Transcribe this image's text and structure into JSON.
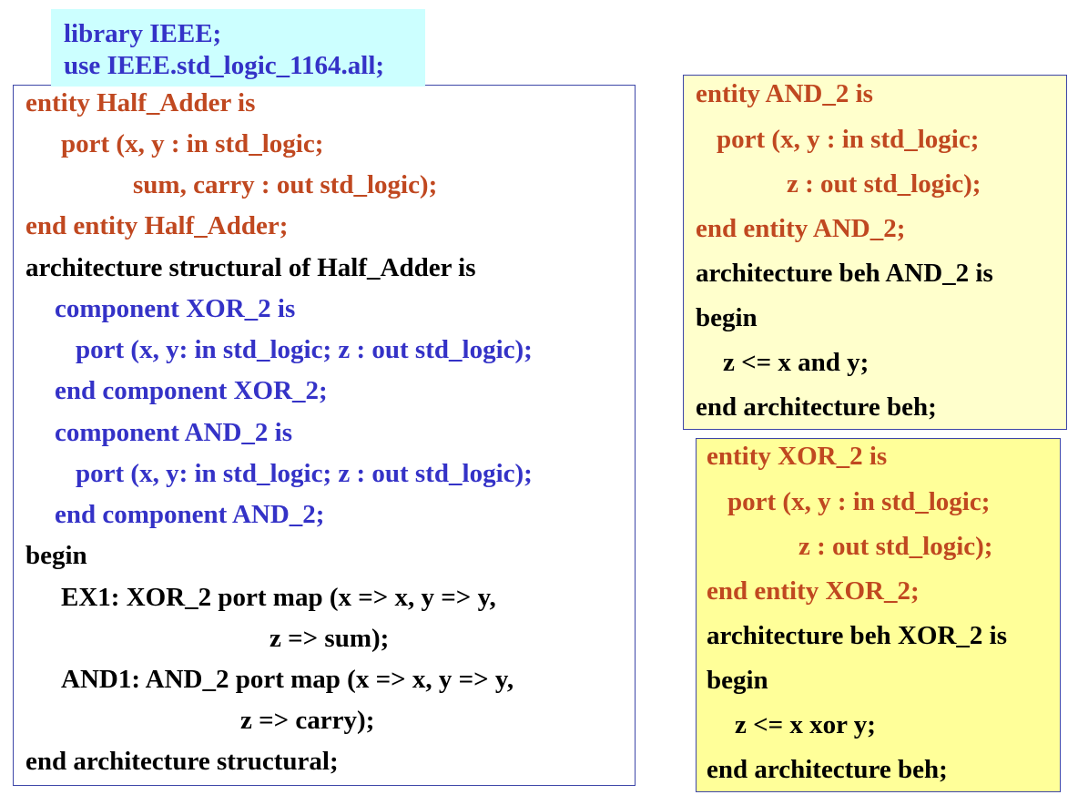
{
  "library_box": {
    "line1": "library IEEE;",
    "line2": "use IEEE.std_logic_1164.all;"
  },
  "half_adder": {
    "l1": "entity Half_Adder is",
    "l2": "port (x, y : in std_logic;",
    "l3": "sum, carry : out std_logic);",
    "l4": "end entity Half_Adder;",
    "l5": "architecture structural of Half_Adder is",
    "l6": "component XOR_2 is",
    "l7": "port (x, y: in std_logic; z : out std_logic);",
    "l8": "end component XOR_2;",
    "l9": "component AND_2 is",
    "l10": "port (x, y: in std_logic; z : out std_logic);",
    "l11": "end component AND_2;",
    "l12": "begin",
    "l13": "EX1: XOR_2 port map (x => x, y => y,",
    "l14": "z => sum);",
    "l15": "AND1: AND_2 port map (x => x, y => y,",
    "l16": "z => carry);",
    "l17": "end architecture structural;"
  },
  "and2": {
    "l1": "entity AND_2 is",
    "l2": "port (x, y : in std_logic;",
    "l3": "z : out std_logic);",
    "l4": "end entity AND_2;",
    "l5": "architecture beh AND_2 is",
    "l6": "begin",
    "l7": "z <= x and y;",
    "l8": "end architecture beh;"
  },
  "xor2": {
    "l1": "entity XOR_2 is",
    "l2": "port (x, y : in std_logic;",
    "l3": "z : out std_logic);",
    "l4": "end entity XOR_2;",
    "l5": "architecture beh XOR_2 is",
    "l6": "begin",
    "l7": "z <= x xor y;",
    "l8": "end architecture beh;"
  },
  "colors": {
    "entity": "#c04820",
    "component": "#3432c7",
    "architecture": "#000000",
    "library_bg": "#ccffff",
    "and_bg": "#ffffcc",
    "xor_bg": "#ffff99",
    "border": "#3e47a8"
  }
}
